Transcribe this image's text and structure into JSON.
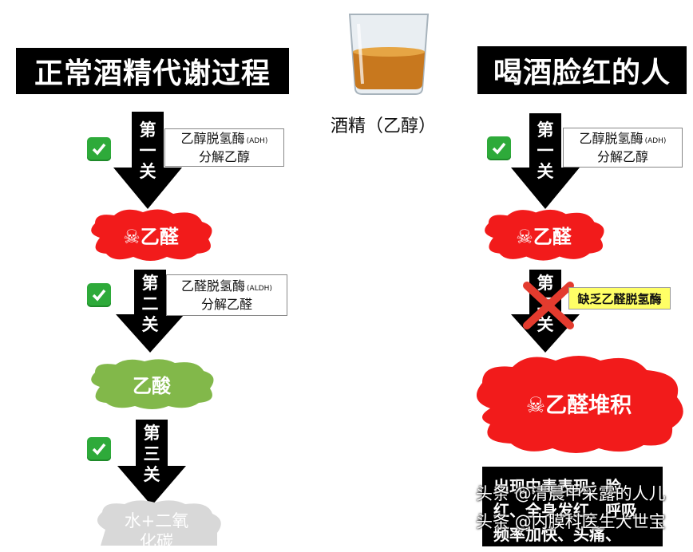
{
  "left": {
    "title": "正常酒精代谢过程",
    "step1": {
      "arrow": "第一关",
      "enzyme": "乙醇脱氢酶",
      "abbr": "(ADH)",
      "action": "分解乙醇"
    },
    "product1": "☠乙醛",
    "step2": {
      "arrow": "第二关",
      "enzyme": "乙醛脱氢酶",
      "abbr": "(ALDH)",
      "action": "分解乙醛"
    },
    "product2": "乙酸",
    "step3": {
      "arrow": "第三关"
    },
    "product3": "水+二氧化碳"
  },
  "center": {
    "glass_label": "酒精（乙醇）"
  },
  "right": {
    "title": "喝酒脸红的人",
    "step1": {
      "arrow": "第一关",
      "enzyme": "乙醇脱氢酶",
      "abbr": "(ADH)",
      "action": "分解乙醇"
    },
    "product1": "☠乙醛",
    "step2": {
      "arrow": "第二关",
      "missing": "缺乏乙醛脱氢酶"
    },
    "product2": "☠乙醛堆积",
    "symptoms": "出现中毒表现：脸红、全身发红、呼吸频率加快、头痛、"
  },
  "watermark": {
    "line1": "头条 @清晨中采露的人儿",
    "line2": "头条 @内膜科医生大世宝"
  },
  "colors": {
    "red_cloud": "#f21b1b",
    "green_cloud": "#82b84a",
    "gray_cloud": "#d8d8d8",
    "check": "#2eaa3a",
    "cross": "#e33b2e"
  }
}
